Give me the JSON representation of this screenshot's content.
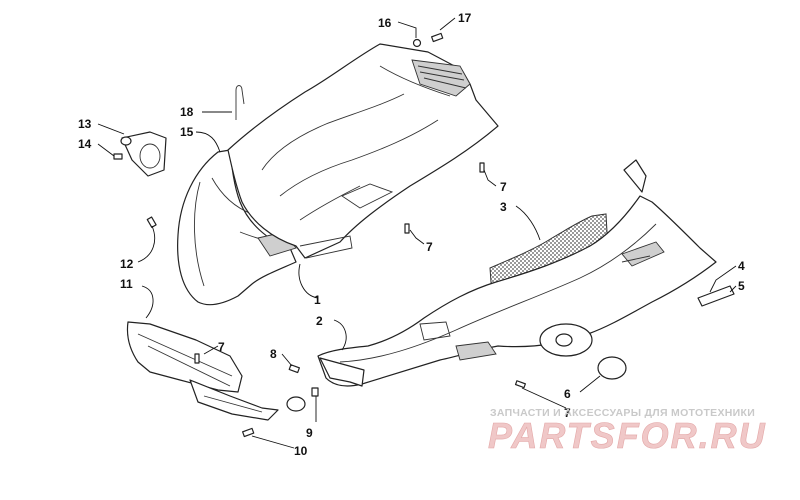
{
  "callouts": [
    {
      "label": "1"
    },
    {
      "label": "2"
    },
    {
      "label": "3"
    },
    {
      "label": "4"
    },
    {
      "label": "5"
    },
    {
      "label": "6"
    },
    {
      "label": "7"
    },
    {
      "label": "7"
    },
    {
      "label": "7"
    },
    {
      "label": "7"
    },
    {
      "label": "8"
    },
    {
      "label": "9"
    },
    {
      "label": "10"
    },
    {
      "label": "11"
    },
    {
      "label": "12"
    },
    {
      "label": "13"
    },
    {
      "label": "14"
    },
    {
      "label": "15"
    },
    {
      "label": "16"
    },
    {
      "label": "17"
    },
    {
      "label": "18"
    }
  ],
  "watermark": {
    "tagline": "ЗАПЧАСТИ И АКСЕССУАРЫ ДЛЯ МОТОТЕХНИКИ",
    "brand": "PARTSFOR.RU"
  },
  "colors": {
    "line": "#222222",
    "watermark_brand": "#f0c8c8",
    "watermark_tagline": "#c9c9c9"
  }
}
